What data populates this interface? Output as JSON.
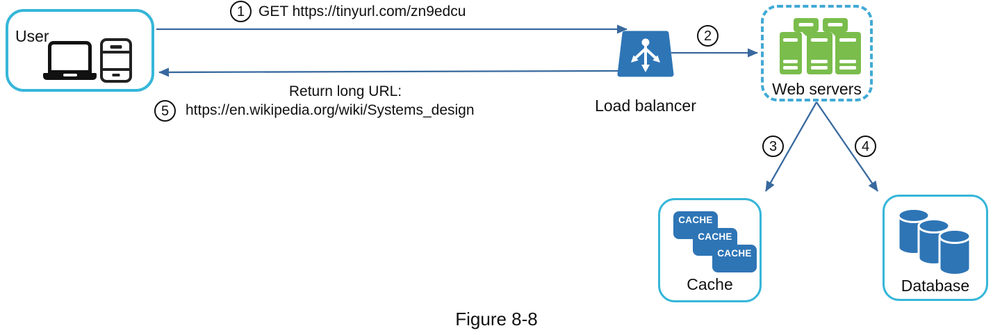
{
  "caption": "Figure 8-8",
  "nodes": {
    "user": {
      "label": "User"
    },
    "load_balancer": {
      "label": "Load balancer"
    },
    "web_servers": {
      "label": "Web servers"
    },
    "cache": {
      "label": "Cache",
      "chip_label": "CACHE"
    },
    "database": {
      "label": "Database"
    }
  },
  "steps": {
    "s1": {
      "num": "1",
      "label": "GET https://tinyurl.com/zn9edcu"
    },
    "s2": {
      "num": "2"
    },
    "s3": {
      "num": "3"
    },
    "s4": {
      "num": "4"
    },
    "s5": {
      "num": "5",
      "label_line1": "Return long URL:",
      "label_line2": "https://en.wikipedia.org/wiki/Systems_design"
    }
  },
  "colors": {
    "box_border": "#36B6D9",
    "dashed_border": "#41A9D5",
    "icon_blue": "#2E75B6",
    "server_green": "#7ABD4C",
    "arrow": "#38699E"
  }
}
